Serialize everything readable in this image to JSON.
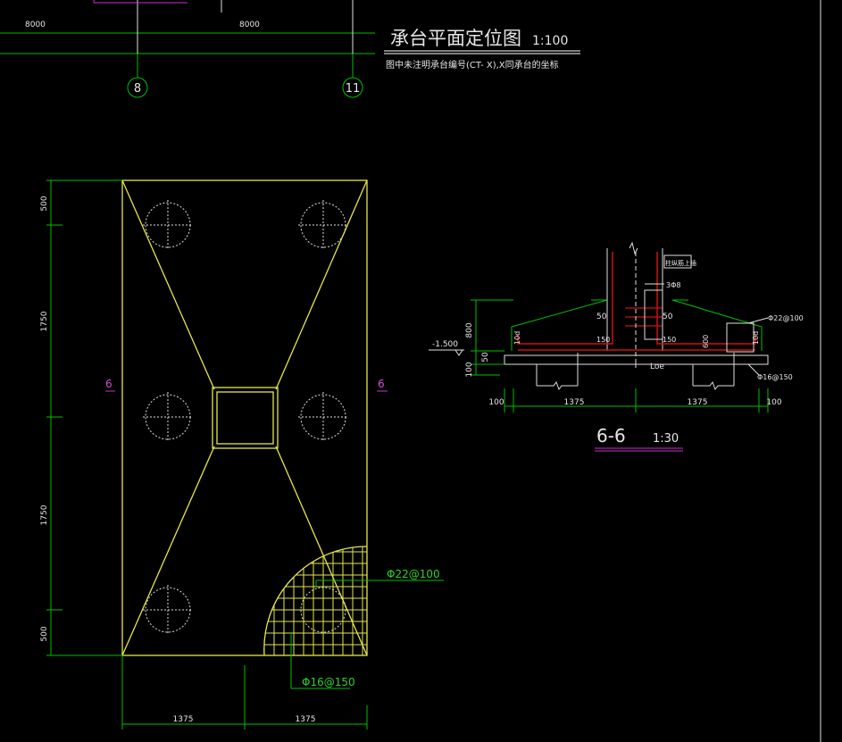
{
  "plan": {
    "title": "承台平面定位图",
    "scale": "1:100",
    "note": "图中未注明承台编号(CT- X),X同承台的坐标",
    "axis_dims": [
      "8000",
      "8000"
    ],
    "axis_labels": [
      "8",
      "11"
    ],
    "section_mark": "6",
    "left_dims": [
      "500",
      "1750",
      "1750",
      "500"
    ],
    "bottom_dims": [
      "1375",
      "1375"
    ],
    "rebar_top": "Φ22@100",
    "rebar_bottom": "Φ16@150"
  },
  "section": {
    "title": "6-6",
    "scale": "1:30",
    "elevation": "-1.500",
    "column_note": "柱纵筋上插",
    "dims_bottom": [
      "100",
      "1375",
      "1375",
      "100"
    ],
    "left_dims": [
      "800",
      "50",
      "100"
    ],
    "inner_50_left": "50",
    "inner_50_right": "50",
    "inner_150_left": "150",
    "inner_150_right": "150",
    "right_600": "600",
    "ld_left": "10d",
    "ld_right": "10d",
    "stirrup_note": "3Φ8",
    "loe": "Loe",
    "rebar_top": "Φ22@100",
    "rebar_bottom": "Φ16@150"
  },
  "colors": {
    "background": "#000000",
    "outline": "#e6e64a",
    "dimension": "#00c000",
    "rebar": "#d01010",
    "section_mark": "#d02cd0",
    "text": "#e6e6e6"
  }
}
